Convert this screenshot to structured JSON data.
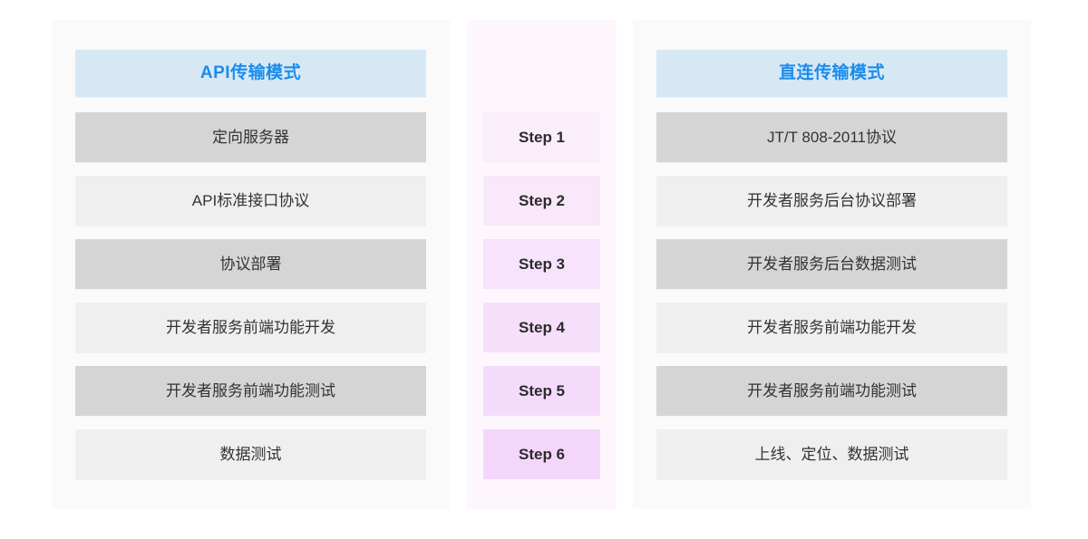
{
  "columns": {
    "left": {
      "header": "API传输模式",
      "rows": [
        "定向服务器",
        "API标准接口协议",
        "协议部署",
        "开发者服务前端功能开发",
        "开发者服务前端功能测试",
        "数据测试"
      ]
    },
    "center": {
      "steps": [
        "Step 1",
        "Step 2",
        "Step 3",
        "Step 4",
        "Step 5",
        "Step 6"
      ]
    },
    "right": {
      "header": "直连传输模式",
      "rows": [
        "JT/T 808-2011协议",
        "开发者服务后台协议部署",
        "开发者服务后台数据测试",
        "开发者服务前端功能开发",
        "开发者服务前端功能测试",
        "上线、定位、数据测试"
      ]
    }
  },
  "colors": {
    "header_bg": "#d7e8f5",
    "header_text": "#1a8ceb",
    "row_dark": "#d5d5d5",
    "row_light": "#efefef",
    "panel_bg": "#fafafa",
    "center_panel_bg": "#fdf7fd",
    "step_start": "#fbeefb",
    "step_end": "#f4d6fb"
  }
}
